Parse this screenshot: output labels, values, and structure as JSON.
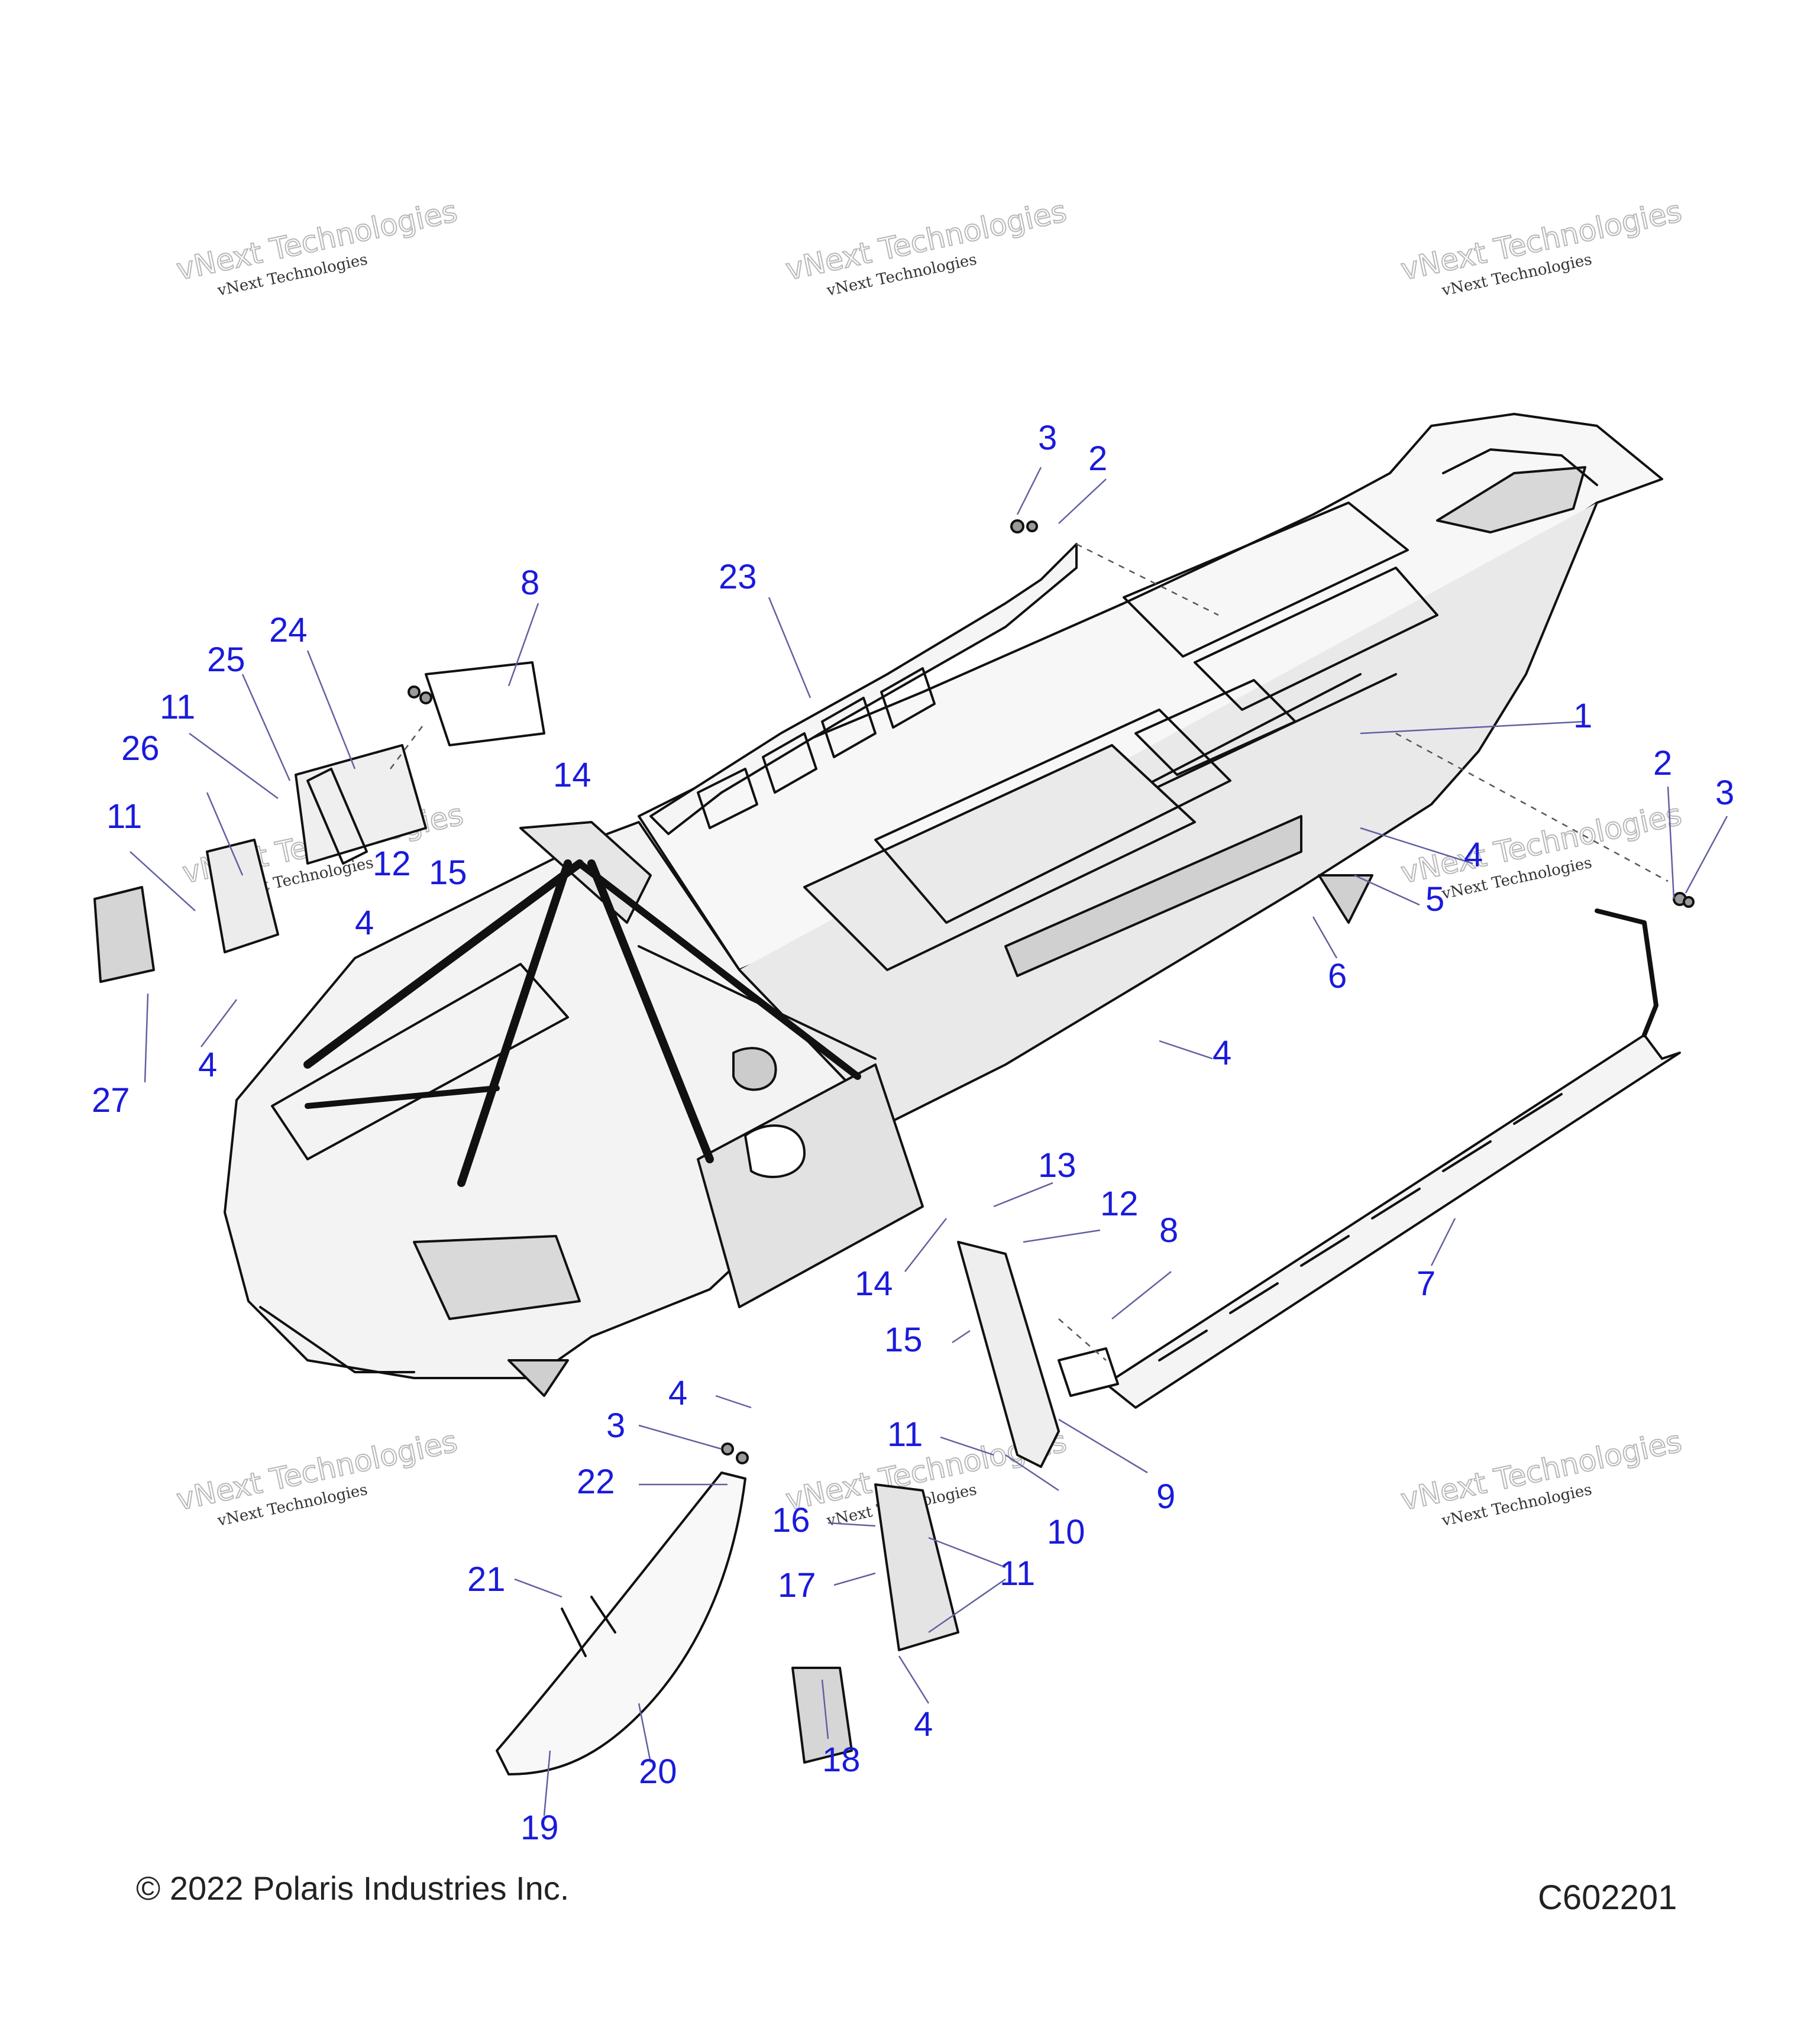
{
  "callouts": [
    "3",
    "2",
    "23",
    "8",
    "24",
    "25",
    "11",
    "26",
    "11",
    "12",
    "15",
    "14",
    "4",
    "4",
    "27",
    "1",
    "2",
    "3",
    "4",
    "5",
    "6",
    "4",
    "13",
    "12",
    "8",
    "14",
    "15",
    "7",
    "4",
    "3",
    "22",
    "11",
    "10",
    "9",
    "16",
    "17",
    "11",
    "21",
    "4",
    "18",
    "20",
    "19"
  ],
  "watermarks": {
    "small": "vNext Technologies",
    "large": "vNext Technologies"
  },
  "footer": {
    "copyright": "© 2022 Polaris Industries Inc.",
    "code": "C602201"
  }
}
